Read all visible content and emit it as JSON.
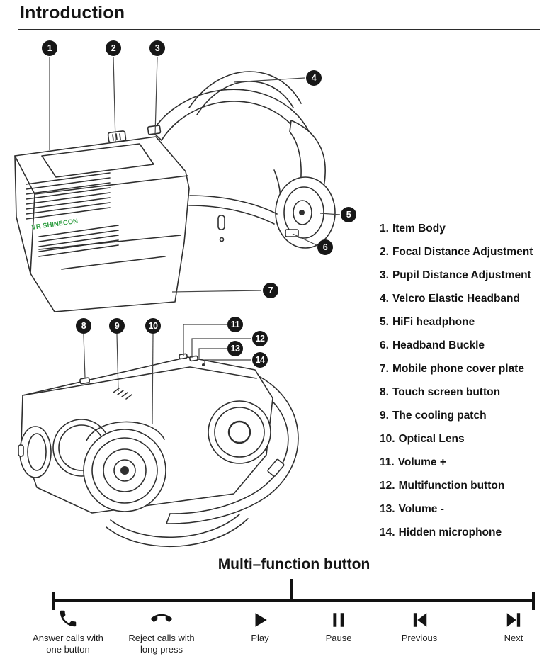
{
  "page": {
    "title": "Introduction"
  },
  "device": {
    "brand_label": "VR SHINECON"
  },
  "callouts": [
    {
      "num": "1"
    },
    {
      "num": "2"
    },
    {
      "num": "3"
    },
    {
      "num": "4"
    },
    {
      "num": "5"
    },
    {
      "num": "6"
    },
    {
      "num": "7"
    },
    {
      "num": "8"
    },
    {
      "num": "9"
    },
    {
      "num": "10"
    },
    {
      "num": "11"
    },
    {
      "num": "12"
    },
    {
      "num": "13"
    },
    {
      "num": "14"
    }
  ],
  "parts_list": [
    {
      "num": "1.",
      "label": "Item Body"
    },
    {
      "num": "2.",
      "label": "Focal Distance Adjustment"
    },
    {
      "num": "3.",
      "label": "Pupil Distance Adjustment"
    },
    {
      "num": "4.",
      "label": "Velcro Elastic Headband"
    },
    {
      "num": "5.",
      "label": "HiFi headphone"
    },
    {
      "num": "6.",
      "label": "Headband Buckle"
    },
    {
      "num": "7.",
      "label": "Mobile phone cover plate"
    },
    {
      "num": "8.",
      "label": "Touch screen button"
    },
    {
      "num": "9.",
      "label": "The cooling patch"
    },
    {
      "num": "10.",
      "label": "Optical Lens"
    },
    {
      "num": "11.",
      "label": "Volume +"
    },
    {
      "num": "12.",
      "label": "Multifunction button"
    },
    {
      "num": "13.",
      "label": "Volume -"
    },
    {
      "num": "14.",
      "label": "Hidden microphone"
    }
  ],
  "multifunction": {
    "title": "Multi–function button",
    "actions": [
      {
        "icon": "answer-call-icon",
        "label": "Answer calls with one button"
      },
      {
        "icon": "reject-call-icon",
        "label": "Reject calls with long press"
      },
      {
        "icon": "play-icon",
        "label": "Play"
      },
      {
        "icon": "pause-icon",
        "label": "Pause"
      },
      {
        "icon": "previous-icon",
        "label": "Previous"
      },
      {
        "icon": "next-icon",
        "label": "Next"
      }
    ]
  },
  "colors": {
    "ink": "#141414",
    "line_art": "#2f2f2f",
    "brand_green": "#2f9e41"
  }
}
